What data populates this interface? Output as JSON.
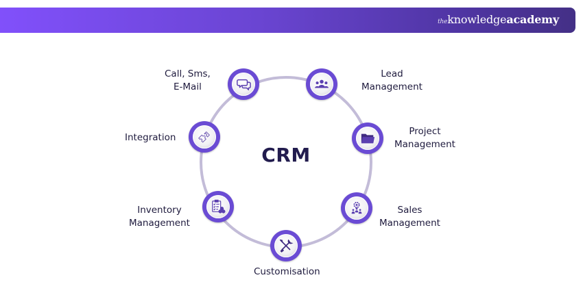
{
  "brand": {
    "prefix": "the",
    "name_light": "knowledge",
    "name_bold": "academy"
  },
  "diagram": {
    "center_title": "CRM",
    "ring_color": "#c3bcd8",
    "node_color": "#6a4bd4",
    "icon_color": "#5b3fb0",
    "nodes": [
      {
        "id": "call",
        "label_lines": [
          "Call, Sms,",
          "E-Mail"
        ],
        "icon": "chat-bubbles-icon"
      },
      {
        "id": "lead",
        "label_lines": [
          "Lead",
          "Management"
        ],
        "icon": "people-group-icon"
      },
      {
        "id": "project",
        "label_lines": [
          "Project",
          "Management"
        ],
        "icon": "folder-icon"
      },
      {
        "id": "sales",
        "label_lines": [
          "Sales",
          "Management"
        ],
        "icon": "team-gear-icon"
      },
      {
        "id": "customisation",
        "label_lines": [
          "Customisation"
        ],
        "icon": "wrench-screwdriver-icon"
      },
      {
        "id": "inventory",
        "label_lines": [
          "Inventory",
          "Management"
        ],
        "icon": "clipboard-checklist-icon"
      },
      {
        "id": "integration",
        "label_lines": [
          "Integration"
        ],
        "icon": "puzzle-pieces-icon"
      }
    ]
  }
}
